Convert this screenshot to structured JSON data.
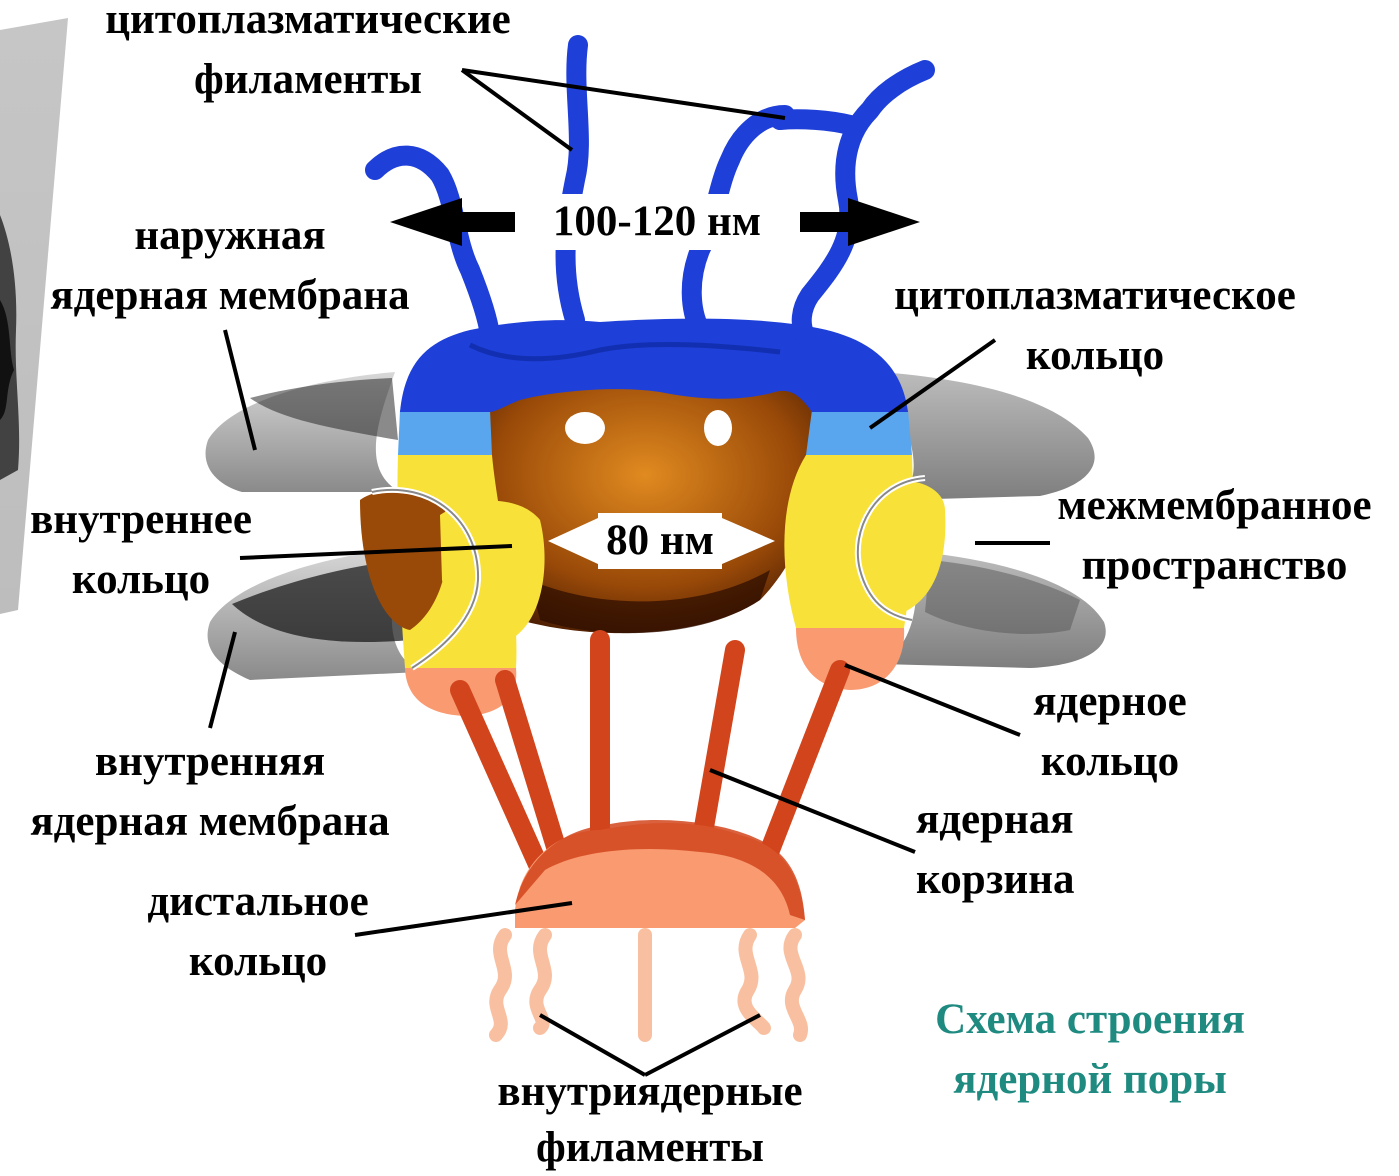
{
  "labels": {
    "cytoplasmic_filaments": [
      "цитоплазматические",
      "филаменты"
    ],
    "outer_membrane": [
      "наружная",
      "ядерная мембрана"
    ],
    "cytoplasmic_ring": [
      "цитоплазматическое",
      "кольцо"
    ],
    "inner_ring": [
      "внутреннее",
      "кольцо"
    ],
    "intermembrane_space": [
      "межмембранное",
      "пространство"
    ],
    "nuclear_ring": [
      "ядерное",
      "кольцо"
    ],
    "inner_membrane": [
      "внутренняя",
      "ядерная мембрана"
    ],
    "nuclear_basket": [
      "ядерная",
      "корзина"
    ],
    "distal_ring": [
      "дистальное",
      "кольцо"
    ],
    "intranuclear_filaments": [
      "внутриядерные",
      "филаменты"
    ]
  },
  "dimensions": {
    "outer_width": "100-120 нм",
    "inner_width": "80 нм"
  },
  "caption": [
    "Схема строения",
    "ядерной поры"
  ],
  "colors": {
    "filaments_blue": "#1e3fd8",
    "ring_light_blue": "#5aa6ee",
    "ring_yellow": "#f8e23a",
    "pore_interior": "#9a4a08",
    "basket_red": "#d2451c",
    "distal_salmon": "#f99a70",
    "intranuclear_pink": "#f8c0a0",
    "caption_teal": "#1f8a80"
  }
}
